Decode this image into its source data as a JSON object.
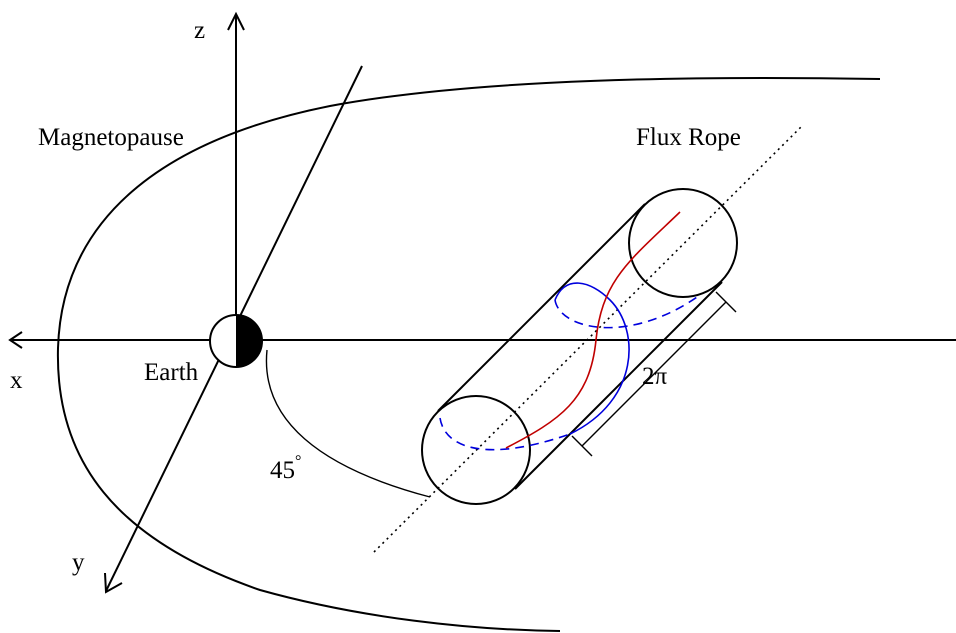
{
  "labels": {
    "z_axis": "z",
    "x_axis": "x",
    "y_axis": "y",
    "magnetopause": "Magnetopause",
    "flux_rope": "Flux Rope",
    "earth": "Earth",
    "angle": "45",
    "angle_unit": "°",
    "length": "2π"
  },
  "colors": {
    "line": "#000000",
    "field_line_red": "#c00000",
    "field_line_blue": "#0000dd",
    "earth_night": "#000000",
    "earth_day": "#ffffff"
  }
}
